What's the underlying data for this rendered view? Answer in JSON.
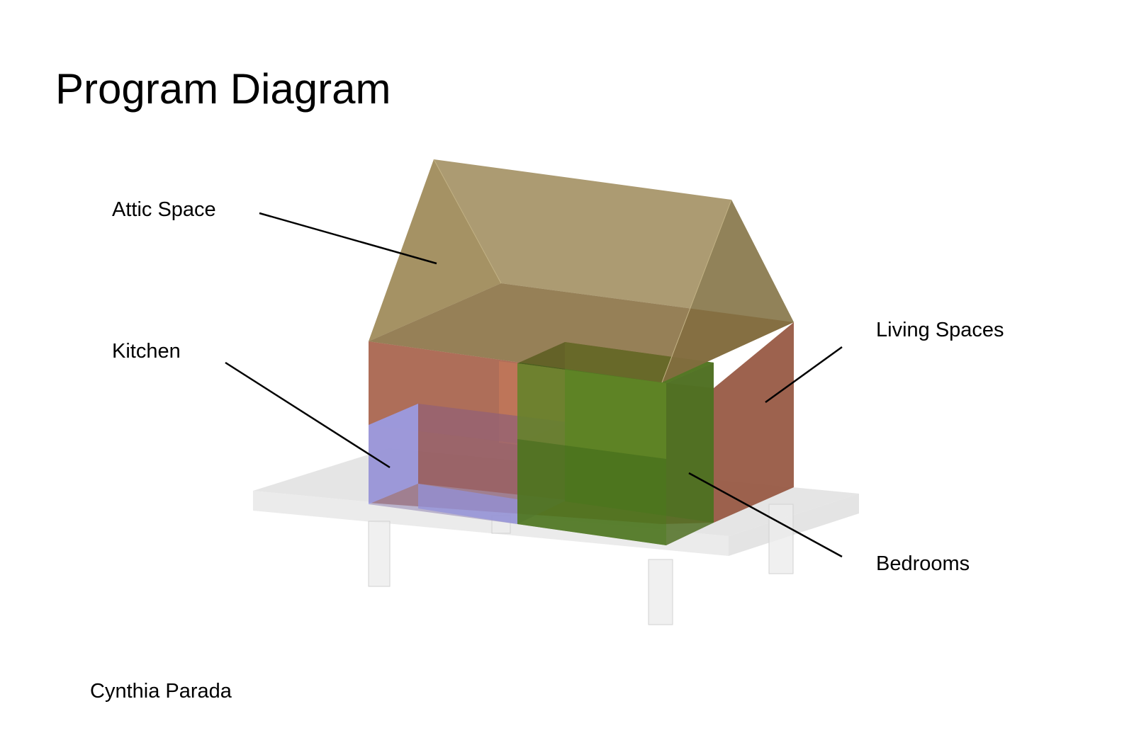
{
  "title": "Program Diagram",
  "labels": {
    "attic": "Attic Space",
    "kitchen": "Kitchen",
    "living": "Living Spaces",
    "bedrooms": "Bedrooms"
  },
  "author": "Cynthia Parada",
  "colors": {
    "attic": "#a08c5a",
    "living": "#a0553c",
    "kitchen": "#9aa0f0",
    "bedrooms": "#4a7a1e",
    "platform": "#d0d0d0",
    "leader_line": "#000000"
  }
}
